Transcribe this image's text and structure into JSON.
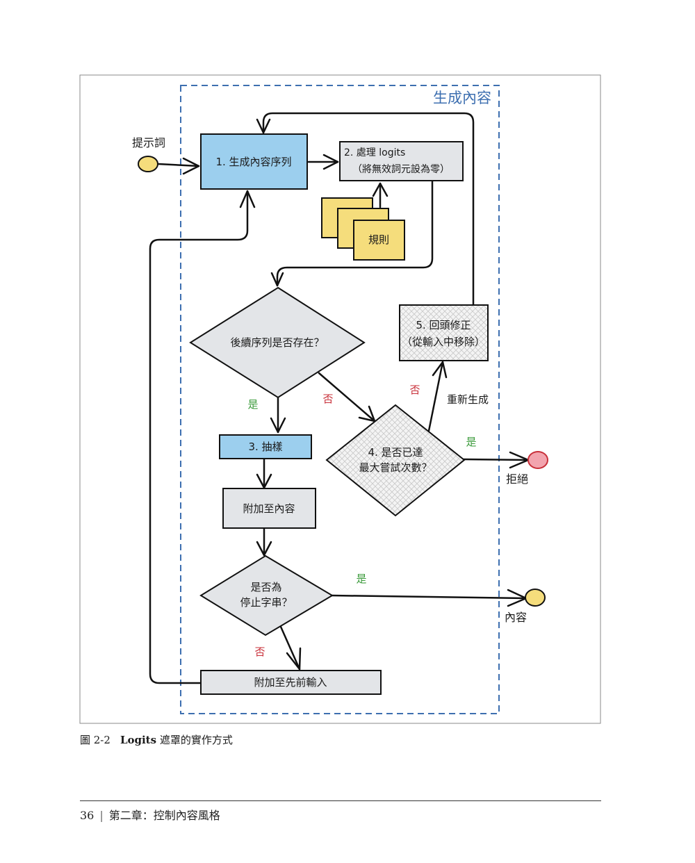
{
  "region_label": "生成內容",
  "start_label": "提示詞",
  "steps": {
    "generate": "1. 生成內容序列",
    "logits_line1": "2. 處理 logits",
    "logits_line2": "（將無效詞元設為零）",
    "rules": "規則",
    "subsequence_q": "後續序列是否存在？",
    "sample": "3. 抽樣",
    "append_content": "附加至內容",
    "stop_q_line1": "是否為",
    "stop_q_line2": "停止字串？",
    "append_input": "附加至先前輸入",
    "max_q_line1": "4. 是否已達",
    "max_q_line2": "最大嘗試次數？",
    "backtrack_line1": "5. 回頭修正",
    "backtrack_line2": "（從輸入中移除）"
  },
  "edge_labels": {
    "yes_sample": "是",
    "no_max": "否",
    "no_backtrack": "否",
    "regenerate": "重新生成",
    "yes_reject": "是",
    "yes_content": "是",
    "no_append": "否"
  },
  "end_labels": {
    "reject": "拒絕",
    "content": "內容"
  },
  "caption": {
    "number": "圖 2-2",
    "title_bold": "Logits",
    "title_rest": " 遮罩的實作方式"
  },
  "footer": {
    "page": "36",
    "separator": "|",
    "chapter": "第二章：控制內容風格"
  },
  "colors": {
    "blue_box": "#9ccfee",
    "gray_box": "#e3e5e8",
    "yellow": "#f5dd7c",
    "reject_circle": "#f2a4ae",
    "region_border": "#3d6fb0",
    "yes_green": "#3a9a3a",
    "no_red": "#c8303a"
  }
}
